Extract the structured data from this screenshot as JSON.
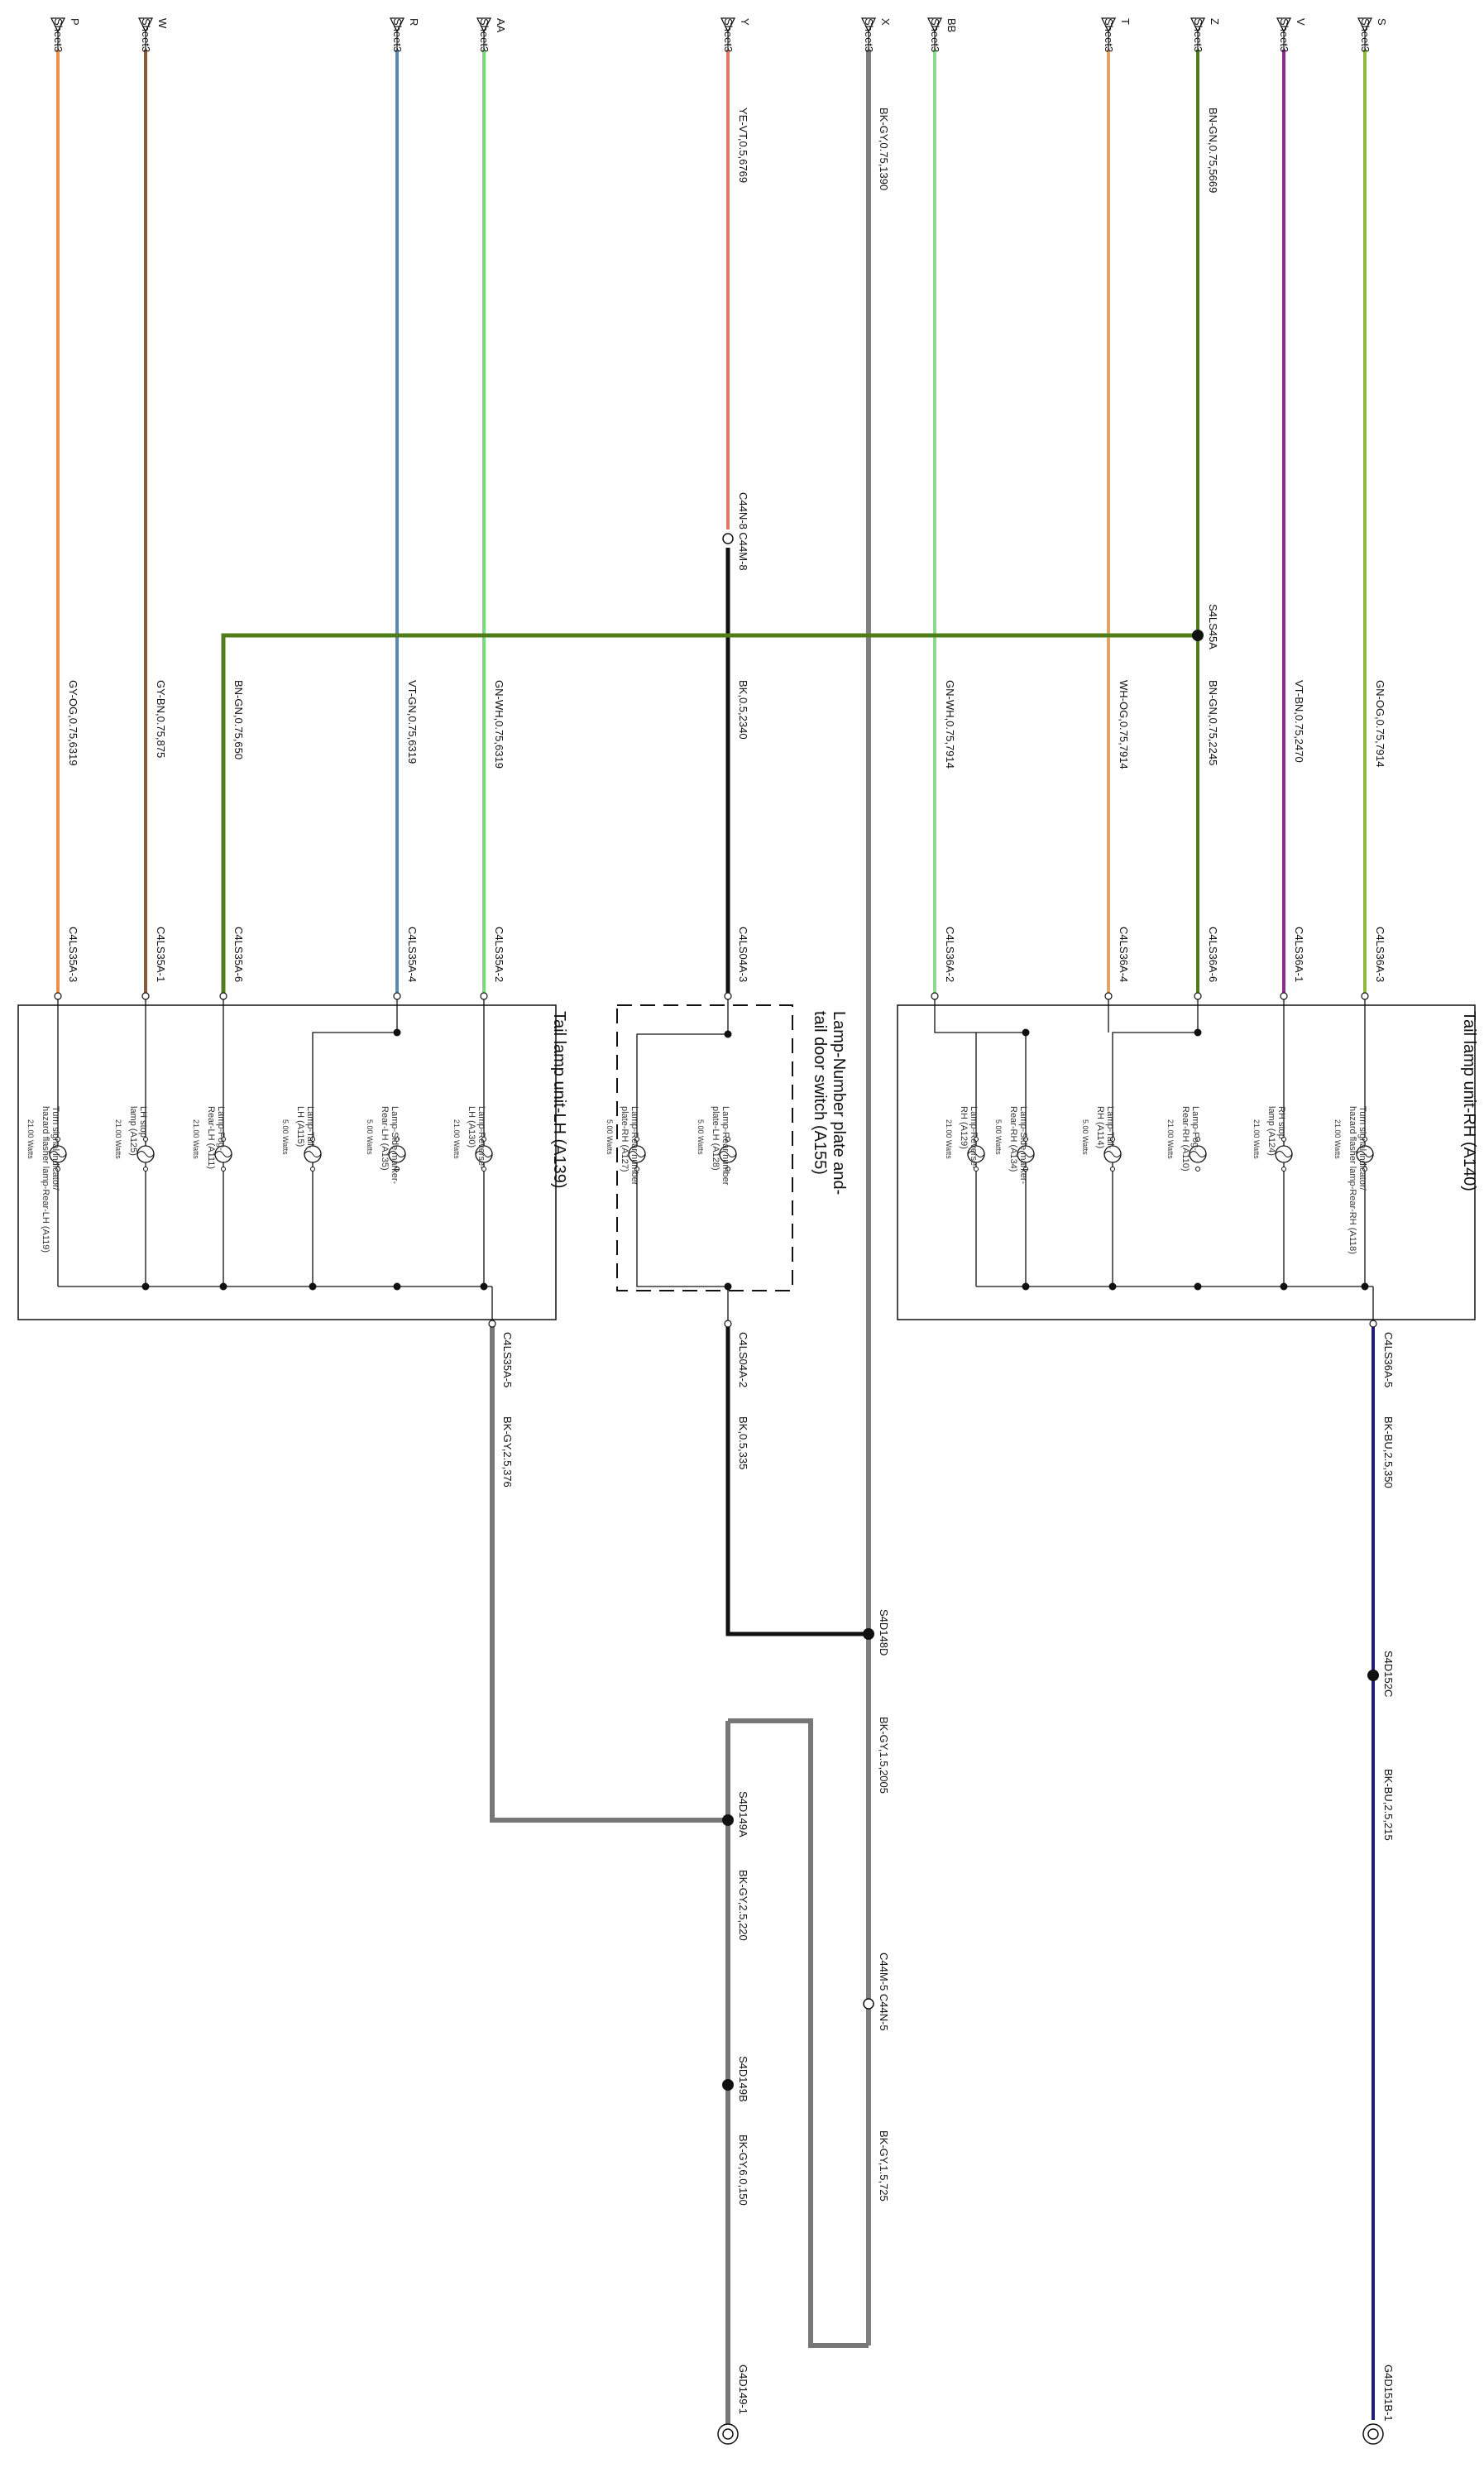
{
  "units": {
    "rh": {
      "title": "Tail lamp unit-RH (A140)"
    },
    "lh": {
      "title": "Tail lamp unit-LH (A139)"
    },
    "np": {
      "title_1": "Lamp-Number plate and-",
      "title_2": "tail door switch (A155)"
    }
  },
  "top_connectors": [
    {
      "letter": "S",
      "sheet": "Sheet3"
    },
    {
      "letter": "V",
      "sheet": "Sheet3"
    },
    {
      "letter": "Z",
      "sheet": "Sheet3"
    },
    {
      "letter": "T",
      "sheet": "Sheet3"
    },
    {
      "letter": "BB",
      "sheet": "Sheet3"
    },
    {
      "letter": "X",
      "sheet": "Sheet3"
    },
    {
      "letter": "Y",
      "sheet": "Sheet3"
    },
    {
      "letter": "AA",
      "sheet": "Sheet3"
    },
    {
      "letter": "R",
      "sheet": "Sheet3"
    },
    {
      "letter": "W",
      "sheet": "Sheet3"
    },
    {
      "letter": "P",
      "sheet": "Sheet3"
    }
  ],
  "wire_labels": {
    "z_top": "BN-GN,0.75,5669",
    "x_top": "BK-GY,0.75,1390",
    "y_top": "YE-VT,0.5,6769",
    "s_mid": "GN-OG,0.75,7914",
    "v_mid": "VT-BN,0.75,2470",
    "z_mid": "BN-GN,0.75,2245",
    "t_mid": "WH-OG,0.75,7914",
    "bb_mid": "GN-WH,0.75,7914",
    "y_mid": "BK,0.5,2340",
    "aa_mid": "GN-WH,0.75,6319",
    "r_mid": "VT-GN,0.75,6319",
    "bn_lh": "BN-GN,0.75,650",
    "w_mid": "GY-BN,0.75,875",
    "p_mid": "GY-OG,0.75,6319",
    "rh_ret": "BK-BU,2.5,350",
    "rh_ret2": "BK-BU,2.5,215",
    "np_ret": "BK,0.5,335",
    "lh_ret": "BK-GY,2.5,376",
    "x_low1": "BK-GY,1.5,2005",
    "x_low2": "BK-GY,1.5,725",
    "g_a": "BK-GY,2.5,220",
    "g_b": "BK-GY,6.0,150"
  },
  "pins": {
    "rh_3": "C4LS36A-3",
    "rh_1": "C4LS36A-1",
    "rh_6": "C4LS36A-6",
    "rh_4": "C4LS36A-4",
    "rh_2": "C4LS36A-2",
    "rh_5": "C4LS36A-5",
    "np_3": "C4LS04A-3",
    "np_2": "C4LS04A-2",
    "lh_2": "C4LS35A-2",
    "lh_4": "C4LS35A-4",
    "lh_6": "C4LS35A-6",
    "lh_1": "C4LS35A-1",
    "lh_3": "C4LS35A-3",
    "lh_5": "C4LS35A-5"
  },
  "inline": {
    "y_conn": "C44N-8  C44M-8",
    "x_conn": "C44M-5  C44N-5"
  },
  "splices": {
    "s45": "S4LS45A",
    "s148d": "S4D148D",
    "s152c": "S4D152C",
    "s149a": "S4D149A",
    "s149b": "S4D149B"
  },
  "grounds": {
    "rh": "G4D151B-1",
    "lh": "G4D149-1"
  },
  "lamps_rh": [
    {
      "n1": "Turn signal indicator/",
      "n2": "hazard flasher lamp-Rear-RH (A118)",
      "n3": "",
      "w": "21.00 Watts"
    },
    {
      "n1": "RH stop",
      "n2": "lamp (A124)",
      "n3": "",
      "w": "21.00 Watts"
    },
    {
      "n1": "Lamp-Fog-",
      "n2": "Rear-RH (A110)",
      "n3": "",
      "w": "21.00 Watts"
    },
    {
      "n1": "Lamp-Tail-",
      "n2": "RH (A114)",
      "n3": "",
      "w": "5.00 Watts"
    },
    {
      "n1": "Lamp-Side marker-",
      "n2": "Rear-RH (A134)",
      "n3": "",
      "w": "5.00 Watts"
    },
    {
      "n1": "Lamp-Reverse-",
      "n2": "RH (A129)",
      "n3": "",
      "w": "21.00 Watts"
    }
  ],
  "lamps_np": [
    {
      "n1": "Lamp-Rear number",
      "n2": "plate-LH (A128)",
      "n3": "",
      "w": "5.00 Watts"
    },
    {
      "n1": "Lamp-Rear number",
      "n2": "plate-RH (A127)",
      "n3": "",
      "w": "5.00 Watts"
    }
  ],
  "lamps_lh": [
    {
      "n1": "Lamp-Reverse-",
      "n2": "LH (A130)",
      "n3": "",
      "w": "21.00 Watts"
    },
    {
      "n1": "Lamp-Side marker-",
      "n2": "Rear-LH (A135)",
      "n3": "",
      "w": "5.00 Watts"
    },
    {
      "n1": "Lamp-Tail-",
      "n2": "LH (A115)",
      "n3": "",
      "w": "5.00 Watts"
    },
    {
      "n1": "Lamp-Fog-",
      "n2": "Rear-LH (A111)",
      "n3": "",
      "w": "21.00 Watts"
    },
    {
      "n1": "LH stop",
      "n2": "lamp (A125)",
      "n3": "",
      "w": "21.00 Watts"
    },
    {
      "n1": "Turn signal indicator/",
      "n2": "hazard flasher lamp-Rear-LH (A119)",
      "n3": "",
      "w": "21.00 Watts"
    }
  ],
  "colors": {
    "s": "#8fb83a",
    "v": "#8b2d8b",
    "z": "#4f7d1a",
    "t": "#e0a56a",
    "bb": "#8fd98f",
    "x": "#7f7f7f",
    "y": "#e07a6a",
    "aa": "#7dd87d",
    "r": "#5a8ab0",
    "w": "#8b5a3c",
    "p": "#f0904a",
    "navy": "#1f1f78",
    "black": "#111111",
    "gray": "#777777"
  }
}
